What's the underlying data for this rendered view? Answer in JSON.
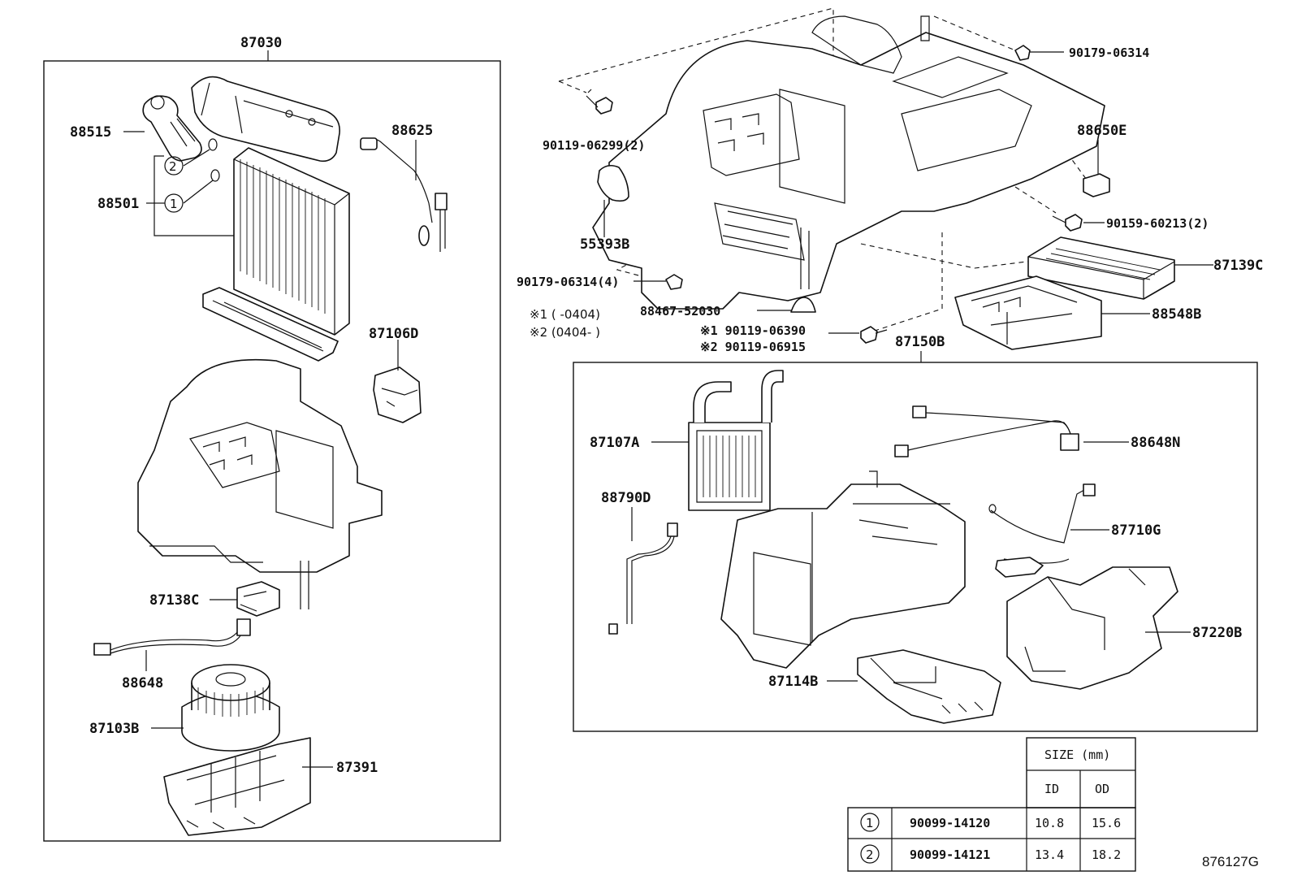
{
  "diagram_id": "876127G",
  "assemblies": {
    "left_unit": "87030",
    "right_unit": "87150B"
  },
  "labels": {
    "p88515": "88515",
    "p88501": "88501",
    "p88625": "88625",
    "p87106D": "87106D",
    "p87138C": "87138C",
    "p88648": "88648",
    "p87103B": "87103B",
    "p87391": "87391",
    "p90119_06299": "90119-06299(2)",
    "p55393B": "55393B",
    "p90179_06314_4": "90179-06314(4)",
    "p90179_06314": "90179-06314",
    "p88650E": "88650E",
    "p90159_60213": "90159-60213(2)",
    "p87139C": "87139C",
    "p88548B": "88548B",
    "p88467_52030": "88467-52030",
    "p87107A": "87107A",
    "p88648N": "88648N",
    "p88790D": "88790D",
    "p87710G": "87710G",
    "p87220B": "87220B",
    "p87114B": "87114B"
  },
  "callouts": {
    "c1": "1",
    "c2": "2"
  },
  "notes": {
    "note1": "※1 (      -0404)",
    "note2": "※2 (0404-       )",
    "screw1": "※1 90119-06390",
    "screw2": "※2 90119-06915"
  },
  "table": {
    "header_size": "SIZE (mm)",
    "header_id": "ID",
    "header_od": "OD",
    "rows": [
      {
        "mark": "1",
        "part": "90099-14120",
        "id": "10.8",
        "od": "15.6"
      },
      {
        "mark": "2",
        "part": "90099-14121",
        "id": "13.4",
        "od": "18.2"
      }
    ]
  }
}
